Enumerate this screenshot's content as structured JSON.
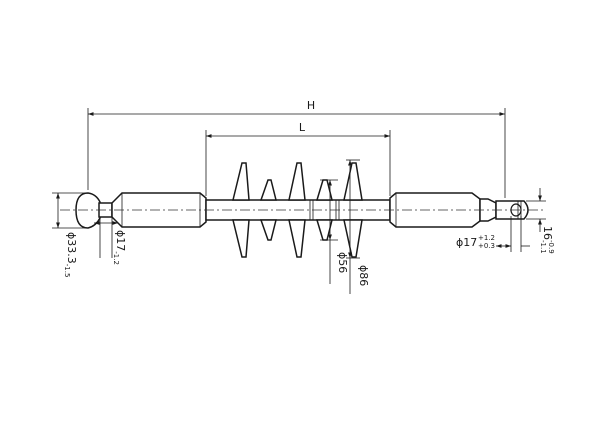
{
  "dimensions": {
    "total_length": "H",
    "insulation_length": "L",
    "end_fitting_diameter": {
      "symbol": "ϕ",
      "value": "33.3",
      "tolerance": "-1.5"
    },
    "pin_neck_diameter": {
      "symbol": "ϕ",
      "value": "17",
      "tolerance": "-1.2"
    },
    "core_diameter": {
      "symbol": "ϕ",
      "value": "56"
    },
    "shed_diameter": {
      "symbol": "ϕ",
      "value": "86"
    },
    "clevis_hole_diameter": {
      "symbol": "ϕ",
      "value": "17",
      "tol_upper": "+1.2",
      "tol_lower": "+0.3"
    },
    "clevis_slot_width": {
      "value": "16",
      "tol_upper": "-0.9",
      "tol_lower": "-1.1"
    }
  }
}
